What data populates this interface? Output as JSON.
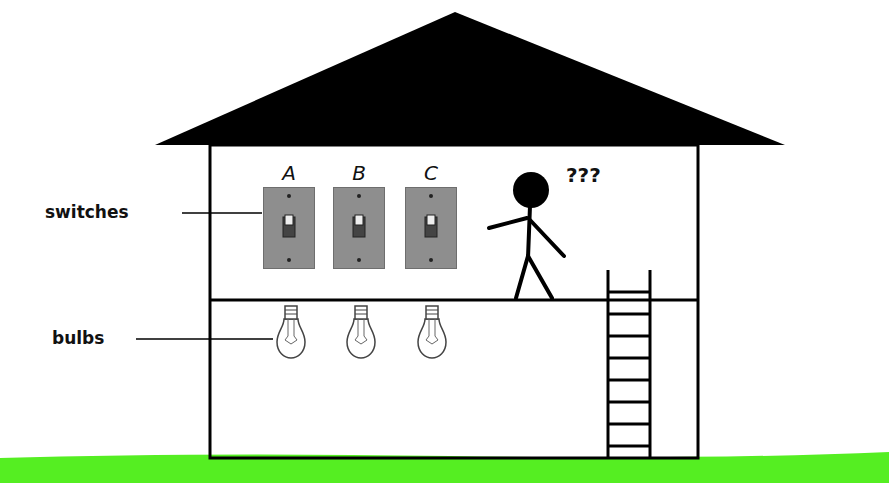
{
  "diagram": {
    "nodes": [
      {
        "text": [
          "A"
        ]
      },
      {
        "text": [
          "B"
        ]
      },
      {
        "text": [
          "C"
        ]
      }
    ],
    "labels": [
      "switches",
      "???",
      "bulbs"
    ]
  }
}
